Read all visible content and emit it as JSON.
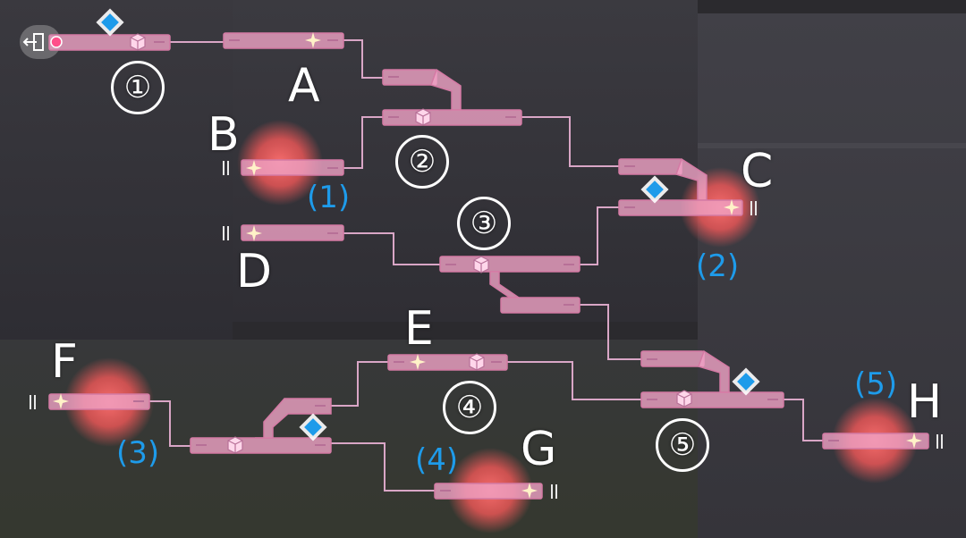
{
  "colors": {
    "track": "#f0a3c6",
    "track_edge": "#d47aa4",
    "connector": "#d9a6c6",
    "glow": "#ff6a6a",
    "node_marker": "#1e9bea",
    "label_white": "#ffffff",
    "label_blue": "#1e9bea"
  },
  "icons": {
    "exit": "exit-door-icon",
    "start": "start-dot-icon",
    "cube": "cube-icon",
    "sparkle": "sparkle-icon",
    "diamond": "diamond-marker-icon",
    "pause": "double-bar-icon"
  },
  "letters": [
    "A",
    "B",
    "C",
    "D",
    "E",
    "F",
    "G",
    "H"
  ],
  "circled_numbers": [
    "①",
    "②",
    "③",
    "④",
    "⑤"
  ],
  "route_markers": [
    "(1)",
    "(2)",
    "(3)",
    "(4)",
    "(5)"
  ]
}
